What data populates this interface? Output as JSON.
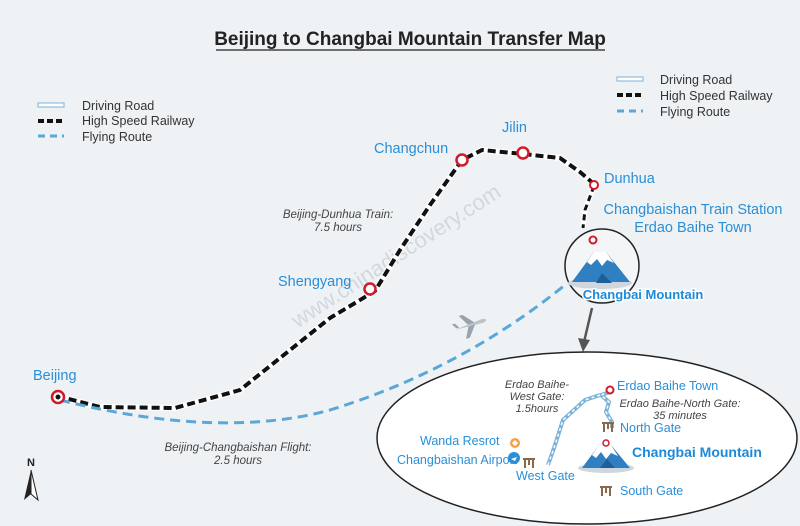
{
  "title": "Beijing  to Changbai Mountain Transfer Map",
  "watermark": "www.chinadiscovery.com",
  "legend": {
    "driving": "Driving Road",
    "railway": "High Speed Railway",
    "flying": "Flying Route"
  },
  "cities": {
    "beijing": "Beijing",
    "shengyang": "Shengyang",
    "changchun": "Changchun",
    "jilin": "Jilin",
    "dunhua": "Dunhua"
  },
  "station": {
    "line1": "Changbaishan Train Station",
    "line2": "Erdao Baihe Town"
  },
  "mountain_label": "Changbai Mountain",
  "train_note": {
    "line1": "Beijing-Dunhua Train:",
    "line2": "7.5 hours"
  },
  "flight_note": {
    "line1": "Beijing-Changbaishan Flight:",
    "line2": "2.5 hours"
  },
  "inset": {
    "town": "Erdao Baihe Town",
    "west_note": {
      "line1": "Erdao Baihe-",
      "line2": "West Gate:",
      "line3": "1.5hours"
    },
    "north_note": {
      "line1": "Erdao Baihe-North Gate:",
      "line2": "35 minutes"
    },
    "north_gate": "North Gate",
    "resort": "Wanda Resrot",
    "airport": "Changbaishan Airport",
    "west_gate": "West Gate",
    "mountain": "Changbai Mountain",
    "south_gate": "South Gate"
  },
  "compass": "N",
  "colors": {
    "label_blue": "#2a8fd6",
    "flight_dash": "#5aa7d8",
    "railway": "#111111",
    "marker_red": "#d11a2a",
    "background": "#eef2f5"
  }
}
